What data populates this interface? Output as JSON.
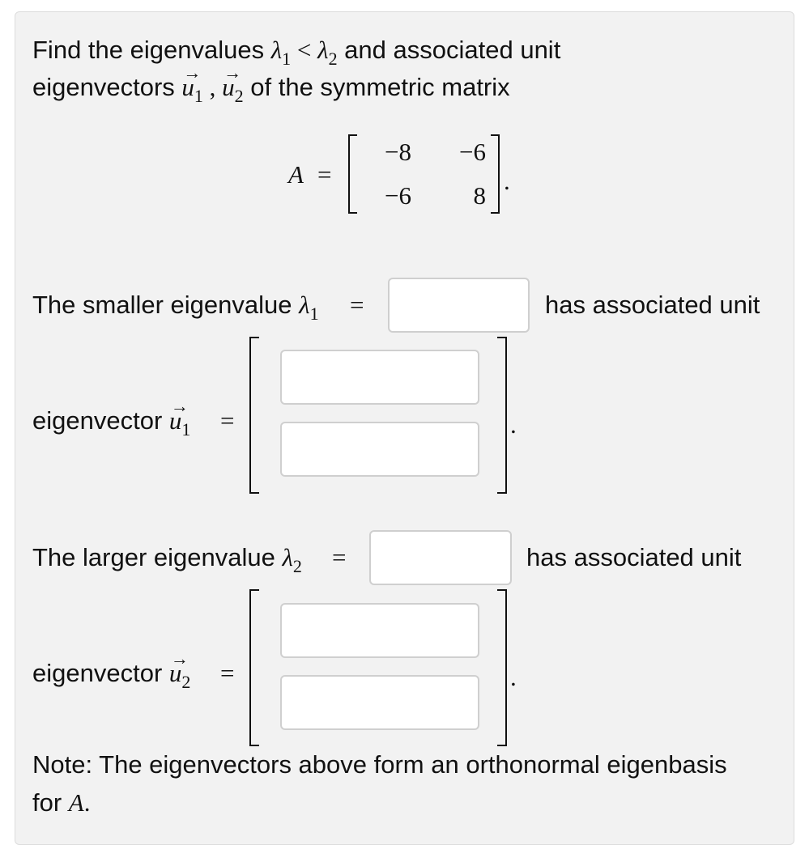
{
  "intro": {
    "line1_prefix": "Find the eigenvalues ",
    "lambda": "λ",
    "sub1": "1",
    "lt": " < ",
    "sub2": "2",
    "line1_suffix": " and associated unit",
    "line2_prefix": "eigenvectors ",
    "u": "u",
    "comma": " , ",
    "line2_suffix": " of the symmetric matrix"
  },
  "matrix": {
    "name": "A",
    "equals": "=",
    "cells": [
      "−8",
      "−6",
      "−6",
      "8"
    ],
    "period": "."
  },
  "smaller": {
    "label": "The smaller eigenvalue ",
    "lambda": "λ",
    "sub": "1",
    "equals": "=",
    "suffix": "has associated unit",
    "vec_label": "eigenvector ",
    "u": "u",
    "vec_sub": "1",
    "vec_equals": "=",
    "period": "."
  },
  "larger": {
    "label": "The larger eigenvalue ",
    "lambda": "λ",
    "sub": "2",
    "equals": "=",
    "suffix": "has associated unit",
    "vec_label": "eigenvector ",
    "u": "u",
    "vec_sub": "2",
    "vec_equals": "=",
    "period": "."
  },
  "note": {
    "line1": "Note: The eigenvectors above form an orthonormal eigenbasis",
    "line2_prefix": "for ",
    "A": "A",
    "period": "."
  }
}
